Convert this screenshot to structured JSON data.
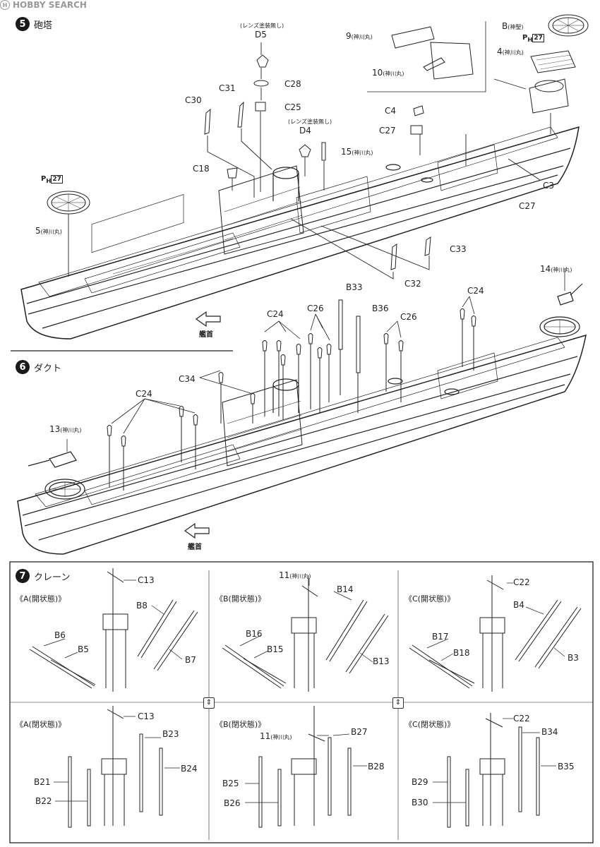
{
  "watermark": {
    "logo": "H",
    "text": "HOBBY SEARCH"
  },
  "step5": {
    "number": "5",
    "title": "砲塔"
  },
  "step6": {
    "number": "6",
    "title": "ダクト"
  },
  "step7": {
    "number": "7",
    "title": "クレーン"
  },
  "bow_label": "艦首",
  "ph": {
    "prefix": "P",
    "sub": "H",
    "num": "27"
  },
  "labels5": {
    "lens_note": "(レンズ塗装無し)",
    "d5": "D5",
    "c28": "C28",
    "c25": "C25",
    "c31": "C31",
    "c30": "C30",
    "d4": "D4",
    "c4": "C4",
    "c27": "C27",
    "part15": "15",
    "kamikawa": "(神川丸)",
    "c18": "C18",
    "c3": "C3",
    "c27b": "C27",
    "c32": "C32",
    "c33": "C33",
    "part9": "9",
    "part10": "10",
    "b": "B",
    "kamisei": "(神聖)",
    "part4": "4",
    "part5": "5"
  },
  "labels6": {
    "part14": "14",
    "b33": "B33",
    "b36": "B36",
    "c24": "C24",
    "c26": "C26",
    "c34": "C34",
    "part13": "13",
    "kamikawa": "(神川丸)"
  },
  "labels7": {
    "a_open": "《A(開状態)》",
    "b_open": "《B(開状態)》",
    "c_open": "《C(開状態)》",
    "a_closed": "《A(閉状態)》",
    "b_closed": "《B(閉状態)》",
    "c_closed": "《C(閉状態)》",
    "c13": "C13",
    "b8": "B8",
    "b6": "B6",
    "b5": "B5",
    "b7": "B7",
    "part11": "11",
    "kamikawa": "(神川丸)",
    "b14": "B14",
    "b16": "B16",
    "b15": "B15",
    "b13": "B13",
    "c22": "C22",
    "b4": "B4",
    "b17": "B17",
    "b18": "B18",
    "b3": "B3",
    "b23": "B23",
    "b24": "B24",
    "b21": "B21",
    "b22": "B22",
    "b27": "B27",
    "b28": "B28",
    "b25": "B25",
    "b26": "B26",
    "b34": "B34",
    "b35": "B35",
    "b29": "B29",
    "b30": "B30"
  }
}
